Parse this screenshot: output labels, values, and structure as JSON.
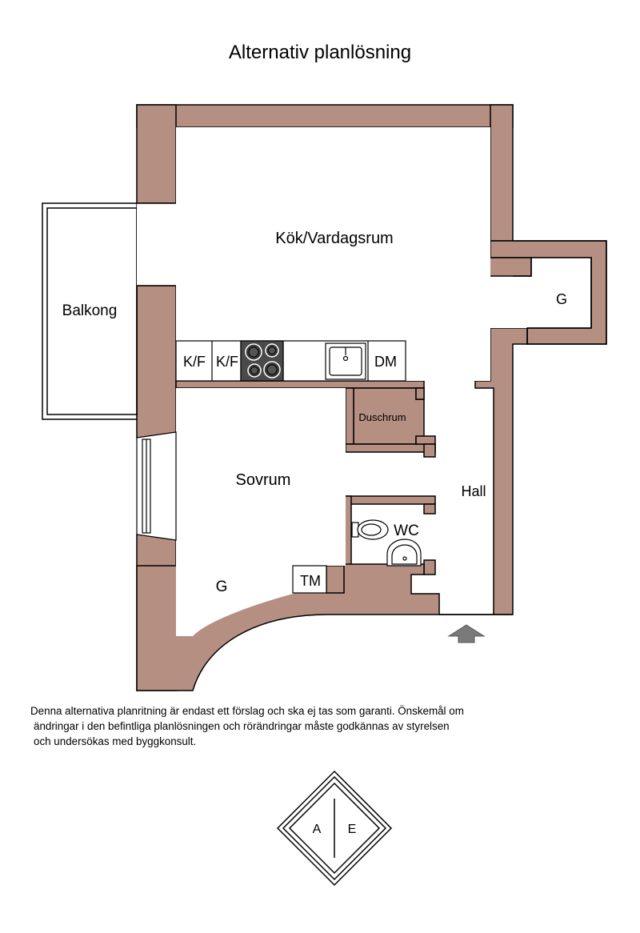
{
  "title": "Alternativ planlösning",
  "rooms": {
    "kitchen_living": "Kök/Vardagsrum",
    "balcony": "Balkong",
    "storage_right": "G",
    "kf_1": "K/F",
    "kf_2": "K/F",
    "dishwasher": "DM",
    "shower": "Duschrum",
    "bedroom": "Sovrum",
    "hall": "Hall",
    "wc": "WC",
    "storage_bottom": "G",
    "tm": "TM"
  },
  "note": {
    "line1": "Denna alternativa planritning är endast ett förslag och ska ej tas som garanti. Önskemål om",
    "line2": "ändringar i den befintliga planlösningen och rörändringar måste godkännas av styrelsen",
    "line3": "och undersökas med byggkonsult."
  },
  "logo": {
    "left": "A",
    "right": "E"
  },
  "colors": {
    "wall": "#b58f82",
    "outline": "#000000",
    "stove": "#4a4a4a"
  }
}
